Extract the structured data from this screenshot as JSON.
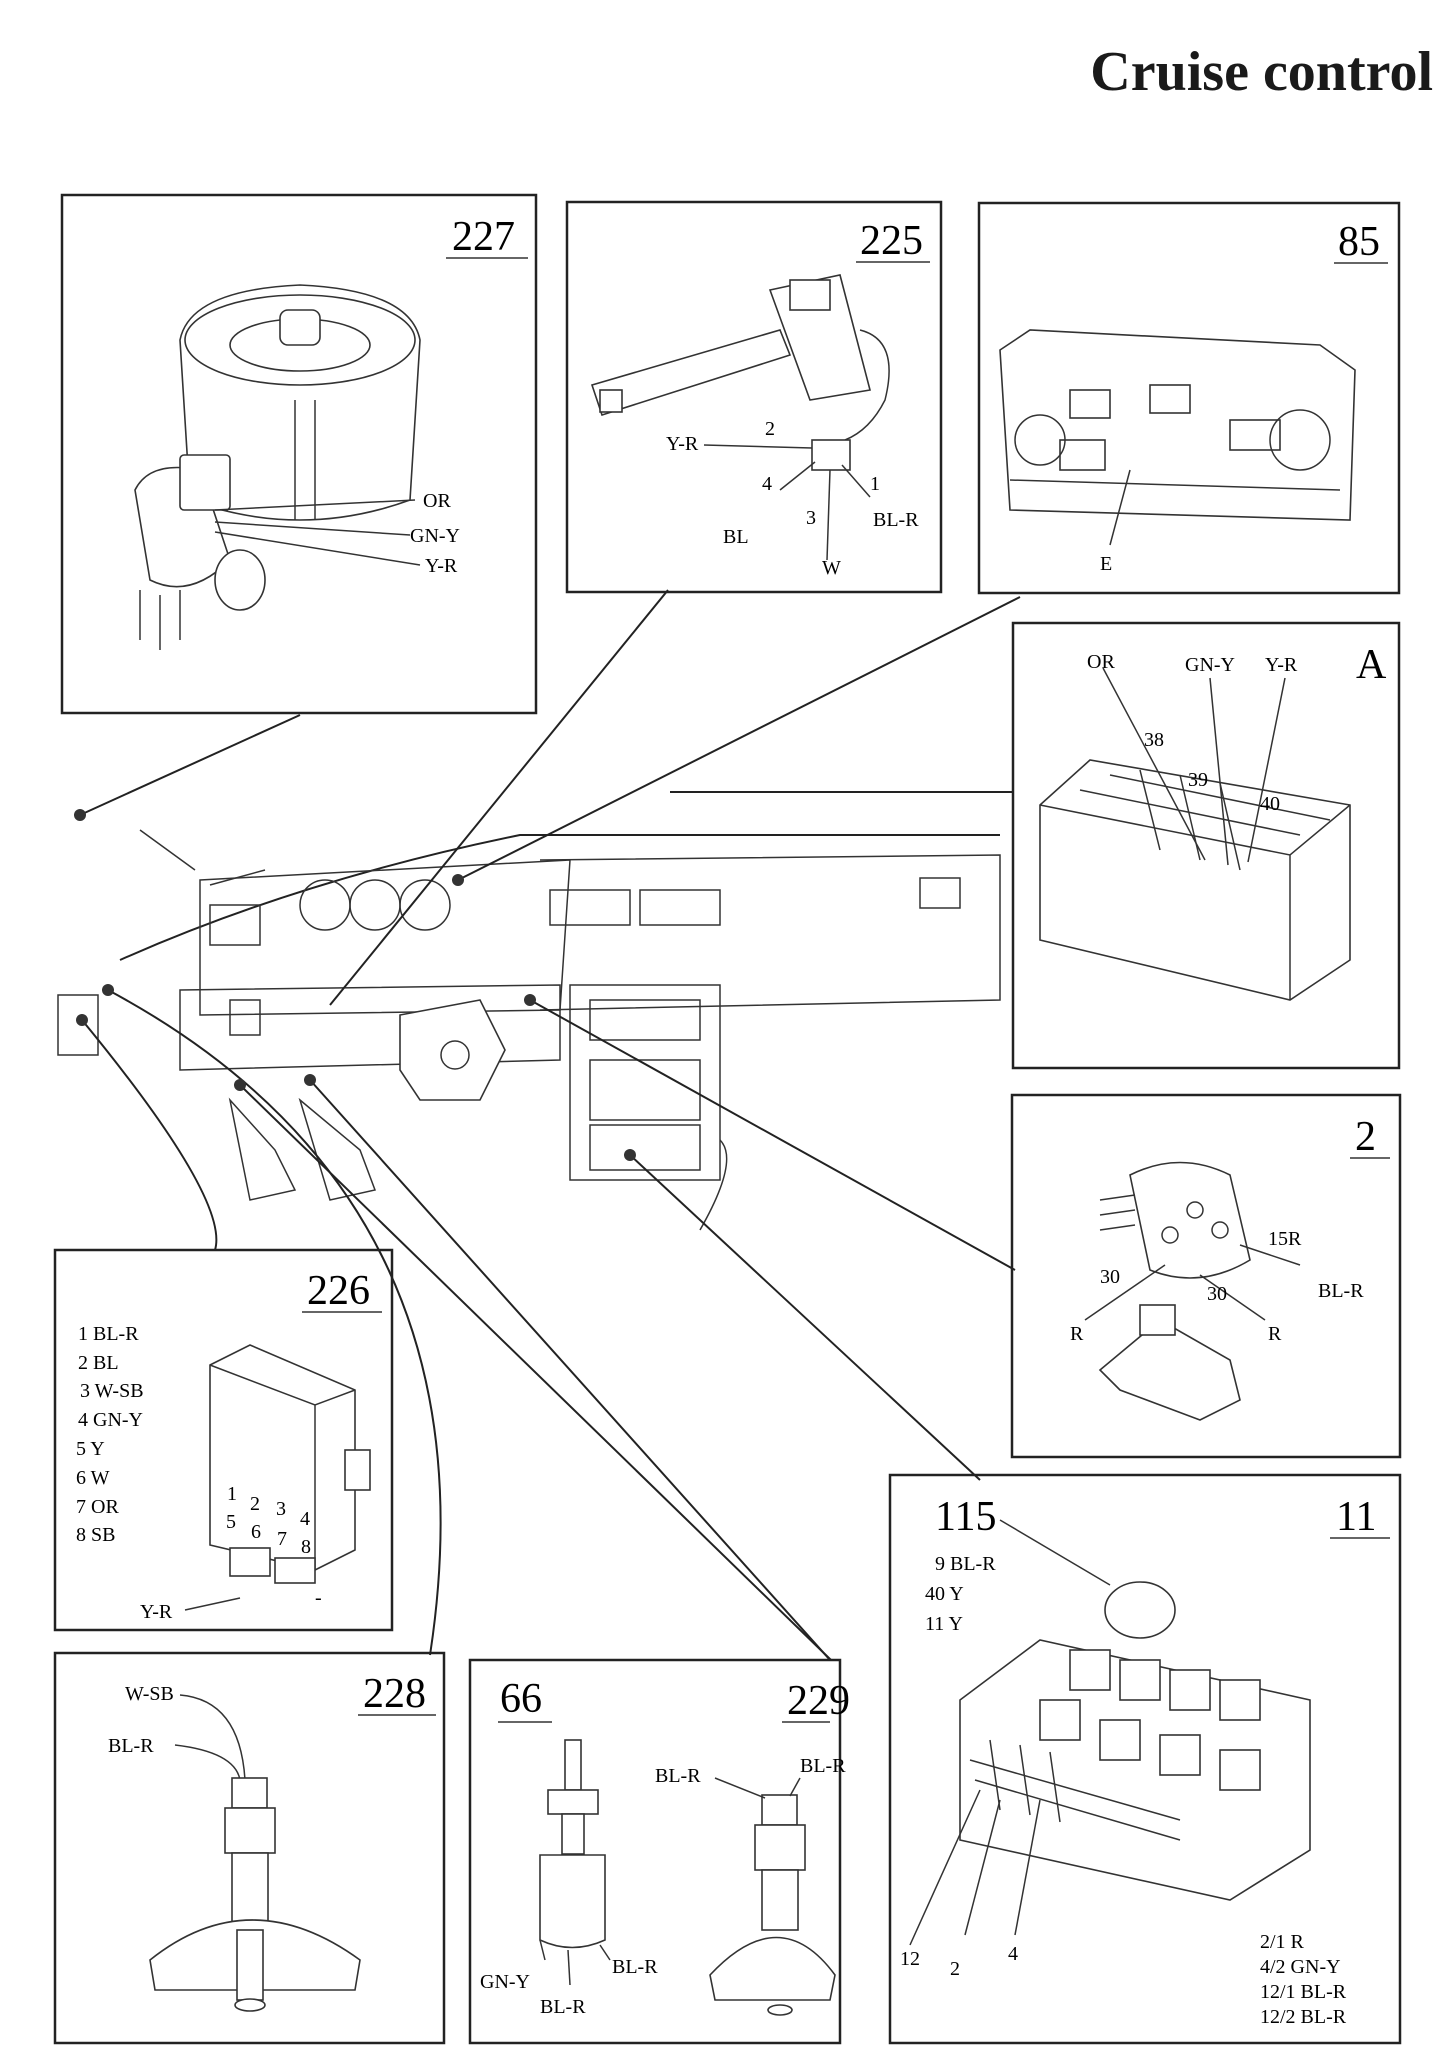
{
  "title": "Cruise control",
  "panels": {
    "p227": {
      "number": "227",
      "wires": [
        "OR",
        "GN-Y",
        "Y-R"
      ]
    },
    "p225": {
      "number": "225",
      "pins": [
        "2",
        "4",
        "3",
        "1"
      ],
      "wires": [
        "Y-R",
        "BL",
        "W",
        "BL-R"
      ]
    },
    "p85": {
      "number": "85",
      "connector": "E"
    },
    "pA": {
      "letter": "A",
      "wires": [
        "OR",
        "GN-Y",
        "Y-R"
      ],
      "pins": [
        "38",
        "39",
        "40"
      ]
    },
    "p2": {
      "number": "2",
      "labels": [
        "15R",
        "30",
        "30",
        "R",
        "R",
        "BL-R"
      ]
    },
    "p226": {
      "number": "226",
      "legend": [
        "1 BL-R",
        "2 BL",
        "3 W-SB",
        "4 GN-Y",
        "5 Y",
        "6 W",
        "7 OR",
        "8 SB"
      ],
      "pins": [
        "1",
        "2",
        "3",
        "4",
        "5",
        "6",
        "7",
        "8"
      ],
      "wire": "Y-R",
      "minus": "-"
    },
    "p11": {
      "number": "11",
      "relay": "115",
      "legend_top": [
        "9 BL-R",
        "40 Y",
        "11 Y"
      ],
      "callouts": [
        "12",
        "2",
        "4"
      ],
      "legend_bottom": [
        "2/1 R",
        "4/2 GN-Y",
        "12/1 BL-R",
        "12/2 BL-R"
      ]
    },
    "p228": {
      "number": "228",
      "wires": [
        "W-SB",
        "BL-R"
      ]
    },
    "p229": {
      "number": "229",
      "switch_number": "66",
      "wires_left": [
        "GN-Y",
        "BL-R",
        "BL-R"
      ],
      "wires_right": [
        "BL-R",
        "BL-R"
      ]
    }
  }
}
